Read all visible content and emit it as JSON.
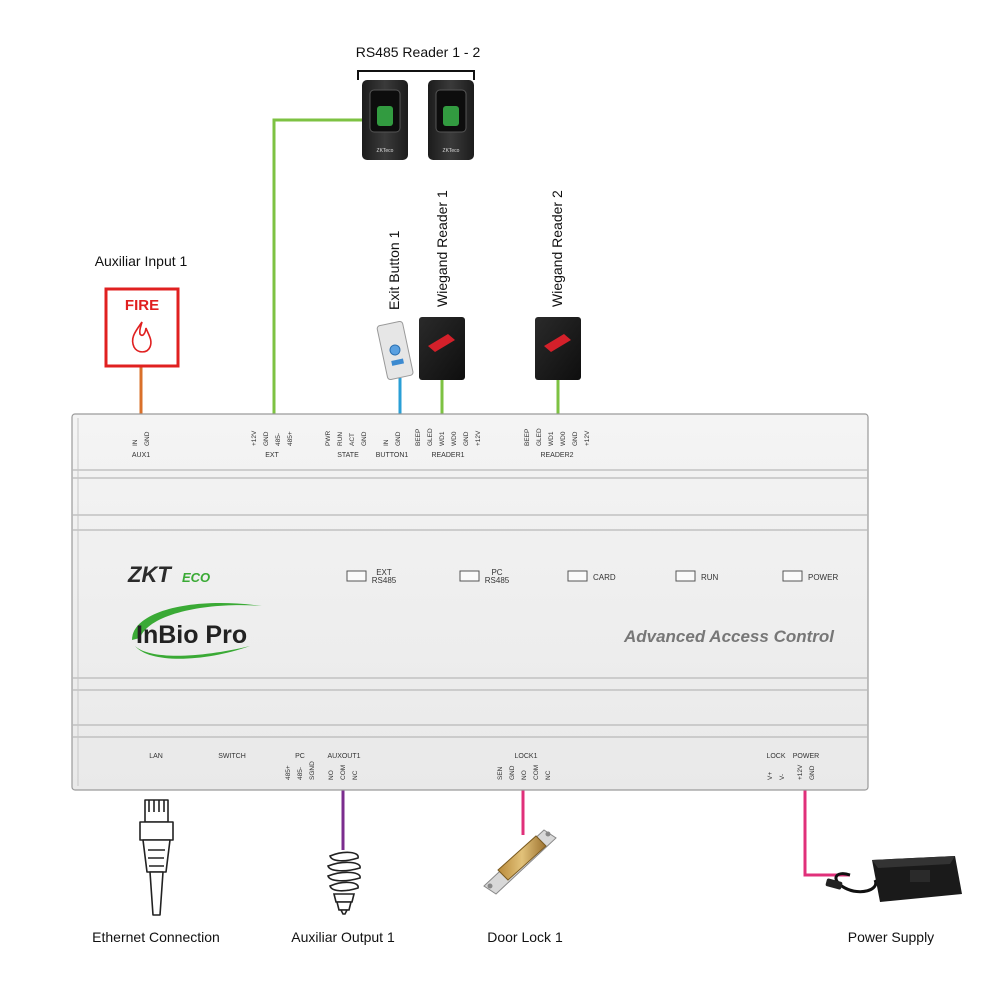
{
  "labels": {
    "rs485_readers": "RS485 Reader 1 - 2",
    "aux_input": "Auxiliar Input 1",
    "fire": "FIRE",
    "exit_button": "Exit Button 1",
    "wiegand1": "Wiegand Reader 1",
    "wiegand2": "Wiegand Reader 2",
    "ethernet": "Ethernet Connection",
    "aux_output": "Auxiliar Output 1",
    "door_lock": "Door Lock 1",
    "power_supply": "Power Supply"
  },
  "panel": {
    "brand": "ZKTeco",
    "brand_zk": "ZKT",
    "brand_eco": "ECO",
    "product": "InBio Pro",
    "tagline": "Advanced Access Control"
  },
  "leds": [
    {
      "line1": "EXT",
      "line2": "RS485"
    },
    {
      "line1": "PC",
      "line2": "RS485"
    },
    {
      "line1": "CARD",
      "line2": ""
    },
    {
      "line1": "RUN",
      "line2": ""
    },
    {
      "line1": "POWER",
      "line2": ""
    }
  ],
  "top_groups": [
    {
      "name": "AUX1",
      "pins": [
        "IN",
        "GND"
      ]
    },
    {
      "name": "EXT",
      "pins": [
        "+12V",
        "GND",
        "485-",
        "485+"
      ]
    },
    {
      "name": "STATE",
      "pins": [
        "PWR",
        "RUN",
        "ACT",
        "GND"
      ]
    },
    {
      "name": "BUTTON1",
      "pins": [
        "IN",
        "GND"
      ]
    },
    {
      "name": "READER1",
      "pins": [
        "BEEP",
        "GLED",
        "WD1",
        "WD0",
        "GND",
        "+12V"
      ]
    },
    {
      "name": "READER2",
      "pins": [
        "BEEP",
        "GLED",
        "WD1",
        "WD0",
        "GND",
        "+12V"
      ]
    }
  ],
  "bottom_groups": [
    {
      "name": "LAN",
      "pins": []
    },
    {
      "name": "SWITCH",
      "pins": []
    },
    {
      "name": "PC",
      "pins": [
        "485+",
        "485-",
        "SGND"
      ]
    },
    {
      "name": "AUXOUT1",
      "pins": [
        "NO",
        "COM",
        "NC"
      ]
    },
    {
      "name": "LOCK1",
      "pins": [
        "SEN",
        "GND",
        "NO",
        "COM",
        "NC"
      ]
    },
    {
      "name": "LOCK",
      "pins": [
        "V+",
        "V-"
      ]
    },
    {
      "name": "POWER",
      "pins": [
        "+12V",
        "GND"
      ]
    }
  ],
  "reader_brand": "ZKTeco",
  "colors": {
    "rs485_wire": "#7dc242",
    "aux_input_wire": "#d9702a",
    "exit_button_wire": "#2a9fd6",
    "wiegand_wire": "#7dc242",
    "aux_output_wire": "#7b2d8e",
    "lock_wire": "#e0307a",
    "power_wire": "#e0307a",
    "fire_red": "#e02020",
    "brand_green": "#3aaa35"
  }
}
